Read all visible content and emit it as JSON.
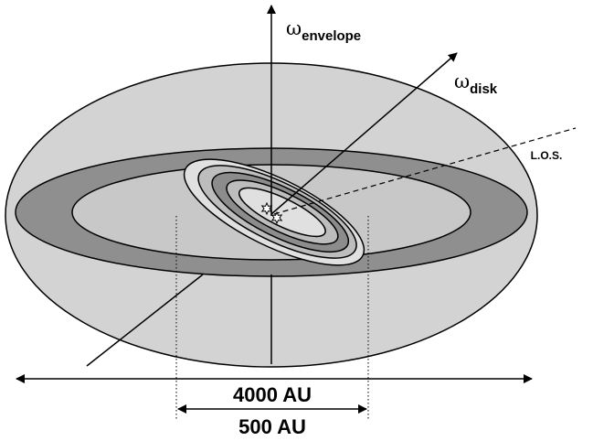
{
  "labels": {
    "omega_symbol": "ω",
    "envelope_sub": "envelope",
    "disk_sub": "disk",
    "los": "L.O.S.",
    "outer_scale": "4000 AU",
    "inner_scale": "500 AU"
  },
  "colors": {
    "envelope": "#d3d3d3",
    "outer_disk_ring": "#8f8f8f",
    "outer_disk_inner": "#c8c8c8",
    "inner_disk_light": "#e0e0e0",
    "inner_disk_mid": "#bdbdbd",
    "inner_disk_dark": "#8c8c8c"
  },
  "icons": {
    "stars": "star-icon"
  }
}
